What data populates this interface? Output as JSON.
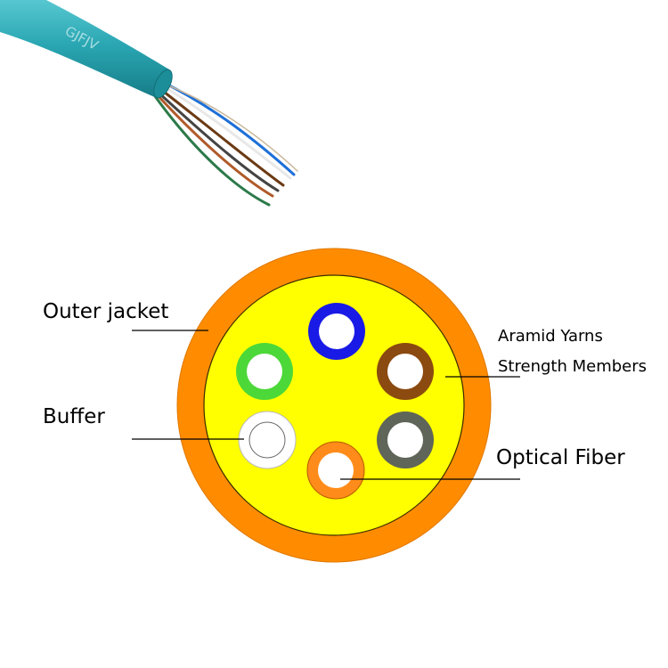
{
  "cable_print": "GJFJV",
  "labels": {
    "outer_jacket": "Outer jacket",
    "buffer": "Buffer",
    "aramid_yarns": "Aramid Yarns",
    "strength_members": "Strength Members",
    "optical_fiber": "Optical Fiber"
  },
  "colors": {
    "jacket": "#ff8c00",
    "aramid": "#ffff00",
    "cable_sheath": "#2aa7b3",
    "fiber_blue": "#1a1ae6",
    "fiber_brown": "#8b4a10",
    "fiber_green": "#4cd838",
    "fiber_white": "#ffffff",
    "fiber_slate": "#5f6558",
    "fiber_orange": "#ff8c1a"
  }
}
